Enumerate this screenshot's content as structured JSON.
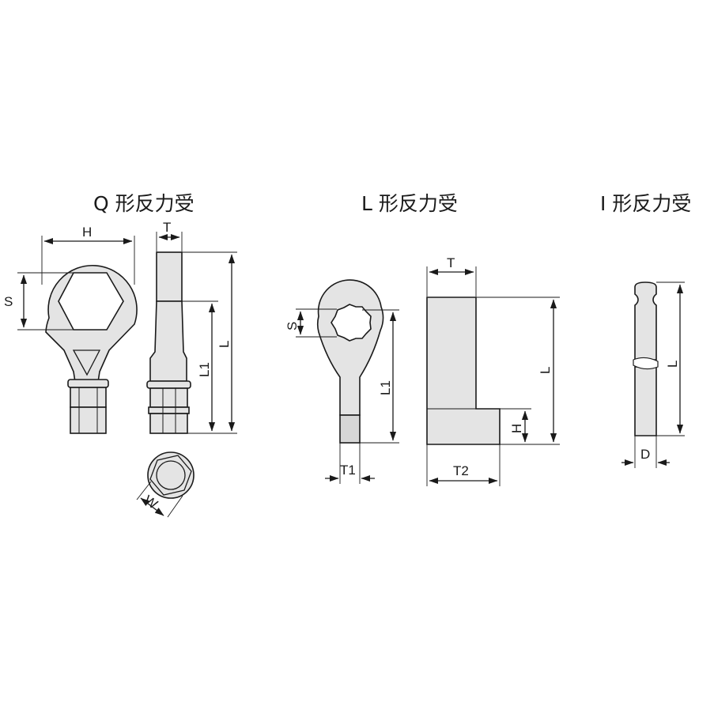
{
  "titles": {
    "q_type": "Q 形反力受",
    "l_type": "L 形反力受",
    "i_type": "I 形反力受"
  },
  "dimensions": {
    "q_h": "H",
    "q_s": "S",
    "q_t": "T",
    "q_l1": "L1",
    "q_l": "L",
    "q_w": "W",
    "l_s": "S",
    "l_l1": "L1",
    "l_t1": "T1",
    "l_t": "T",
    "l_l": "L",
    "l_h": "H",
    "l_t2": "T2",
    "i_l": "L",
    "i_d": "D"
  },
  "colors": {
    "part_fill": "#e4e4e4",
    "line": "#1a1a1a",
    "background": "#ffffff"
  }
}
